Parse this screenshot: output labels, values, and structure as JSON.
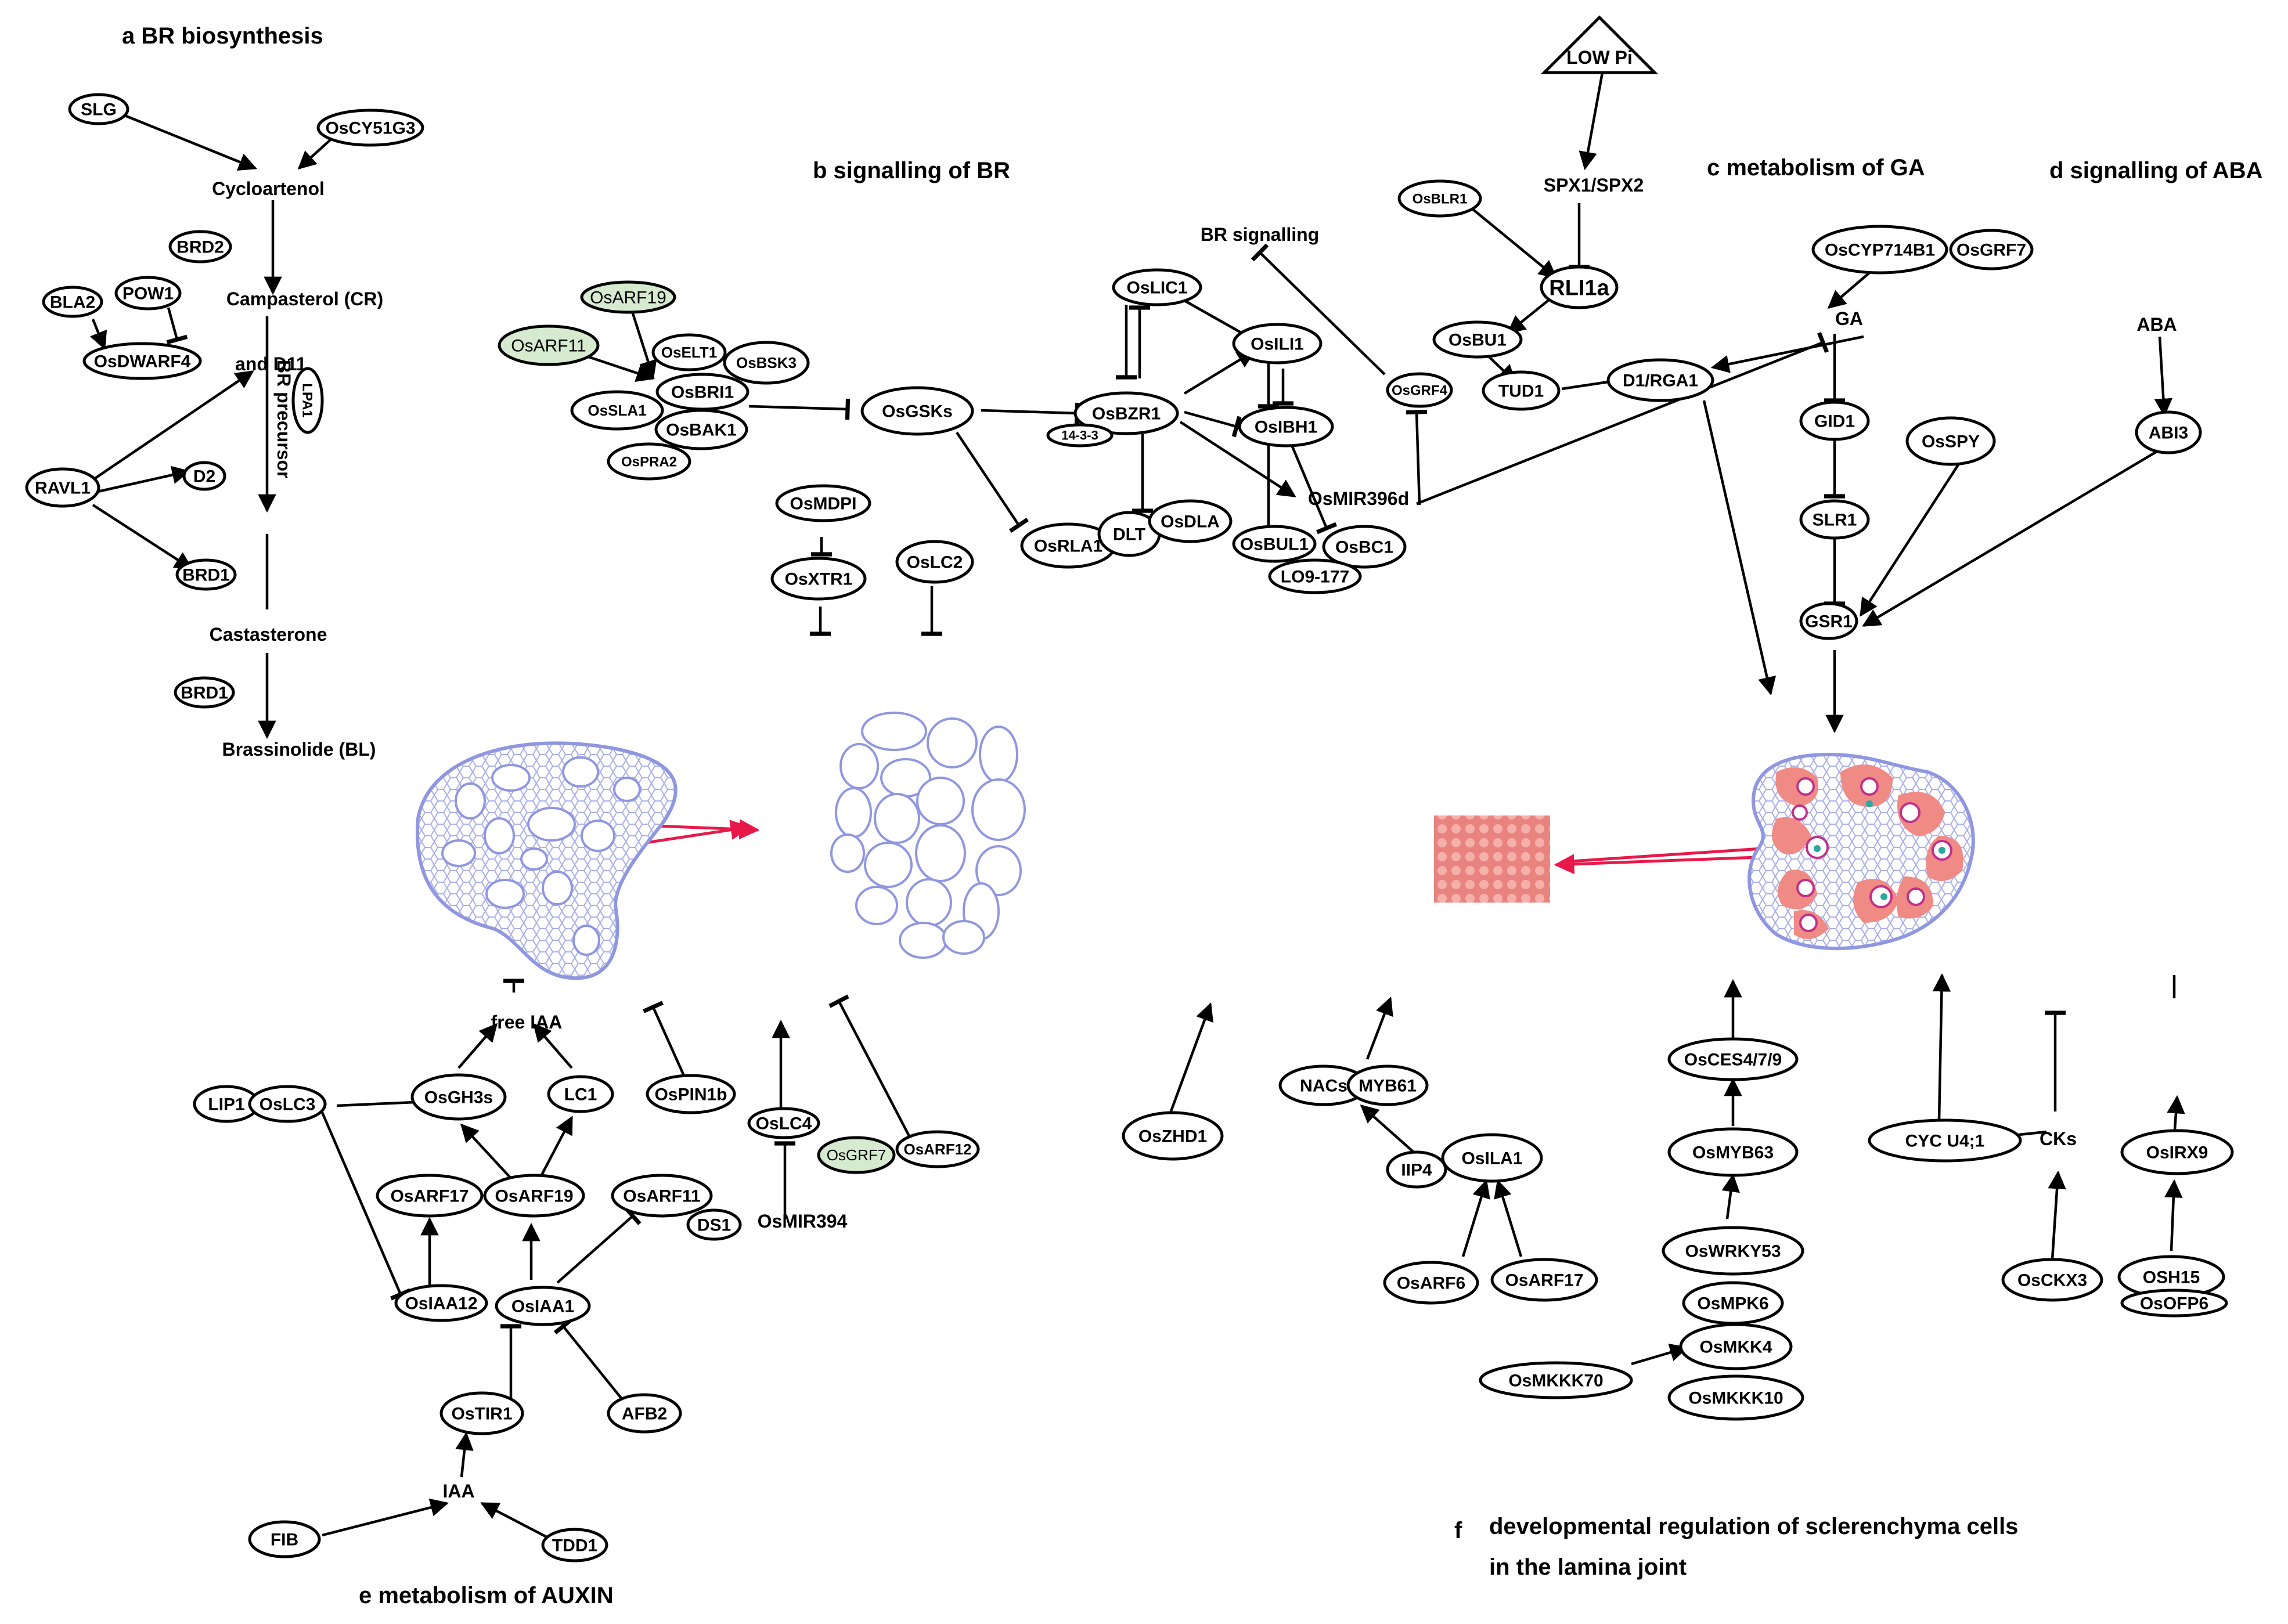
{
  "panels": {
    "a": "a  BR biosynthesis",
    "b": "b  signalling of BR",
    "c": "c  metabolism of GA",
    "d": "d  signalling of ABA",
    "e": "e  metabolism of AUXIN",
    "f_line1": "developmental regulation of sclerenchyma cells",
    "f_line2": "in the lamina joint",
    "f_letter": "f"
  },
  "labels": {
    "cycloartenol": "Cycloartenol",
    "campasterol": "Campasterol (CR)",
    "and_d11": "and D11",
    "br_precursor": "BR precursor",
    "castasterone": "Castasterone",
    "brassinolide": "Brassinolide (BL)",
    "br_signalling": "BR signalling",
    "spx": "SPX1/SPX2",
    "ga": "GA",
    "aba": "ABA",
    "free_iaa": "free IAA",
    "iaa": "IAA",
    "osmir394": "OsMIR394",
    "osmir396d": "OsMIR396d",
    "cks": "CKs",
    "low_pi": "LOW Pi"
  },
  "nodes": {
    "slg": "SLG",
    "oscy51g3": "OsCY51G3",
    "brd2": "BRD2",
    "bla2": "BLA2",
    "pow1": "POW1",
    "osdwarf4": "OsDWARF4",
    "lpa1": "LPA1",
    "ravl1": "RAVL1",
    "d2": "D2",
    "brd1_a": "BRD1",
    "brd1_b": "BRD1",
    "osarf19_g": "OsARF19",
    "osarf11_g": "OsARF11",
    "oselt1": "OsELT1",
    "osbsk3": "OsBSK3",
    "osbri1": "OsBRI1",
    "ossla1": "OsSLA1",
    "osbak1": "OsBAK1",
    "ospra2": "OsPRA2",
    "osgsks": "OsGSKs",
    "oslic1": "OsLIC1",
    "osili1": "OsILI1",
    "osbzr1": "OsBZR1",
    "p1433": "14-3-3",
    "osibh1": "OsIBH1",
    "osmdpi": "OsMDPI",
    "osxtr1": "OsXTR1",
    "oslc2": "OsLC2",
    "osrla1": "OsRLA1",
    "dlt": "DLT",
    "osdla": "OsDLA",
    "osbul1": "OsBUL1",
    "osbc1": "OsBC1",
    "lo9": "LO9-177",
    "osgrf4": "OsGRF4",
    "osblr1": "OsBLR1",
    "rli1a": "RLI1a",
    "osbu1": "OsBU1",
    "tud1": "TUD1",
    "d1rga1": "D1/RGA1",
    "oscyp714b1": "OsCYP714B1",
    "osgrf7_c": "OsGRF7",
    "gid1": "GID1",
    "slr1": "SLR1",
    "osspy": "OsSPY",
    "abi3": "ABI3",
    "gsr1": "GSR1",
    "lip1": "LIP1",
    "oslc3": "OsLC3",
    "osgh3s": "OsGH3s",
    "lc1": "LC1",
    "ospin1b": "OsPIN1b",
    "oslc4": "OsLC4",
    "osgrf7_e": "OsGRF7",
    "osarf12": "OsARF12",
    "osarf17_e": "OsARF17",
    "osarf19_e": "OsARF19",
    "osarf11_e": "OsARF11",
    "ds1": "DS1",
    "osiaa12": "OsIAA12",
    "osiaa1": "OsIAA1",
    "ostir1": "OsTIR1",
    "afb2": "AFB2",
    "fib": "FIB",
    "tdd1": "TDD1",
    "oszhd1": "OsZHD1",
    "nacs": "NACs",
    "myb61": "MYB61",
    "iip4": "IIP4",
    "osila1": "OsILA1",
    "osarf6": "OsARF6",
    "osarf17_f": "OsARF17",
    "osces": "OsCES4/7/9",
    "osmyb63": "OsMYB63",
    "oswrky53": "OsWRKY53",
    "osmpk6": "OsMPK6",
    "osmkk4": "OsMKK4",
    "osmkkk70": "OsMKKK70",
    "osmkkk10": "OsMKKK10",
    "cycu41": "CYC U4;1",
    "osirx9": "OsIRX9",
    "oscxk3": "OsCKX3",
    "osh15": "OSH15",
    "osofp6": "OsOFP6"
  },
  "colors": {
    "highlight_green": "#d6ead0",
    "tissue_outline": "#8f97e0",
    "sclerenchyma": "#f08a84",
    "arrow_red": "#e8194a",
    "vascular_dot": "#2aa9a0"
  }
}
